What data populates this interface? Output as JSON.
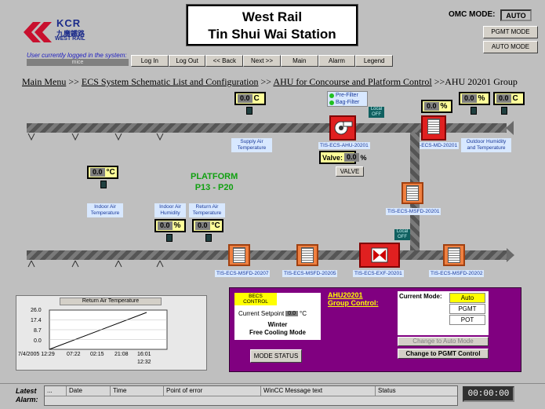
{
  "logo": {
    "kcr": "KCR",
    "cn": "九廣鐵路",
    "westrail": "WEST RAIL"
  },
  "title": {
    "line1": "West Rail",
    "line2": "Tin Shui Wai Station"
  },
  "omc": {
    "label": "OMC MODE:",
    "value": "AUTO",
    "pgmt_button": "PGMT MODE",
    "auto_button": "AUTO MODE"
  },
  "user": {
    "label": "User currently logged in the system:",
    "name": "mice"
  },
  "nav": [
    "Log In",
    "Log Out",
    "<< Back",
    "Next >>",
    "Main",
    "Alarm",
    "Legend"
  ],
  "breadcrumb": [
    "Main Menu",
    " >> ",
    "ECS System Schematic List and Configuration",
    " >> ",
    "AHU for Concourse and Platform Control",
    " >>AHU 20201 Group"
  ],
  "sensors": {
    "supply_air": {
      "value": "0.0",
      "unit": "C",
      "label": "Supply Air Temperature"
    },
    "outdoor_hum": {
      "value": "0.0",
      "unit": "%"
    },
    "outdoor_temp": {
      "value": "0.0",
      "unit": "C",
      "label": "Outdoor Humidity and Temperature"
    },
    "md_value": {
      "value": "0.0",
      "unit": "%"
    },
    "indoor_air": {
      "value": "0.0",
      "unit": "°C",
      "label": "Indoor Air Temperature"
    },
    "indoor_hum": {
      "value": "0.0",
      "unit": "%",
      "label": "Indoor Air Humidity"
    },
    "return_air": {
      "value": "0.0",
      "unit": "°C",
      "label": "Return Air Temperature"
    }
  },
  "filters": {
    "pre": "Pre-Filter",
    "bag": "Bag-Filter"
  },
  "local_off": {
    "a": "Local",
    "b": "OFF"
  },
  "valve": {
    "label": "Valve:",
    "value": "0.0",
    "unit": "%",
    "button": "VALVE"
  },
  "equipment": {
    "ahu": "TIS-ECS-AHU-20201",
    "md": "TIS-ECS-MD-20201",
    "msfd_201": "TIS-ECS-MSFD-20201",
    "msfd_207": "TIS-ECS-MSFD-20207",
    "msfd_205": "TIS-ECS-MSFD-20205",
    "exf": "TIS-ECS-EXF-20201",
    "msfd_202": "TIS-ECS-MSFD-20202"
  },
  "platform": {
    "line1": "PLATFORM",
    "line2": "P13 - P20"
  },
  "trend": {
    "title": "Return Air Temperature",
    "y_ticks": [
      "26.0",
      "17.4",
      "8.7",
      "0.0"
    ],
    "x_ticks": [
      "7/4/2005 12:29",
      "07:22",
      "02:15",
      "21:08",
      "16:01"
    ],
    "x_last": "12:32"
  },
  "becs": {
    "header1": "BECS",
    "header2": "CONTROL",
    "setpoint_label": "Current Setpoint",
    "setpoint_value": "0.0",
    "setpoint_unit": "°C",
    "mode1": "Winter",
    "mode2": "Free Cooling Mode",
    "button": "MODE STATUS"
  },
  "group": {
    "title1": "AHU20201",
    "title2": "Group Control:",
    "current_mode_label": "Current Mode:",
    "modes": [
      "Auto",
      "PGMT",
      "POT"
    ],
    "btn_auto": "Change to Auto Mode",
    "btn_pgmt": "Change to PGMT Control"
  },
  "alarm": {
    "label1": "Latest",
    "label2": "Alarm:",
    "cols": [
      "...",
      "Date",
      "Time",
      "Point of error",
      "WinCC Message text",
      "Status"
    ],
    "clock": "00:00:00"
  }
}
